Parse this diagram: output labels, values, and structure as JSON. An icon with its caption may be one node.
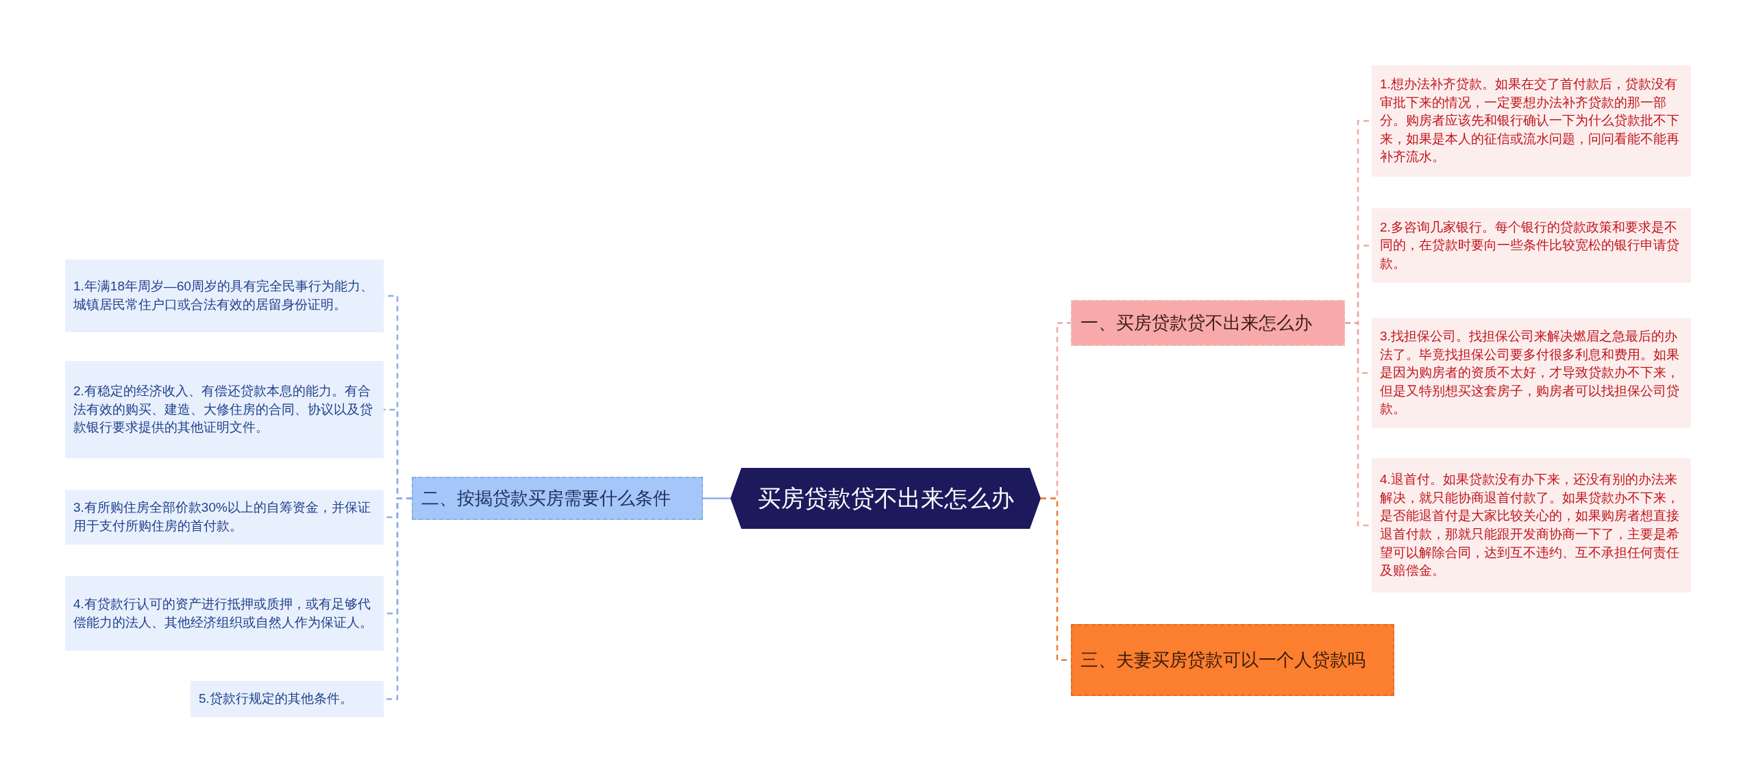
{
  "diagram": {
    "nodes": [
      {
        "text": [
          "买房贷款贷不出来怎么办"
        ]
      },
      {
        "text": [
          "二、按揭贷款买房需要什么条件"
        ]
      },
      {
        "text": [
          "1.年满18年周岁—60周岁的具有完全民事行为能力、城镇居民常住户口或合法有效的居留身份证明。"
        ]
      },
      {
        "text": [
          "2.有稳定的经济收入、有偿还贷款本息的能力。有合法有效的购买、建造、大修住房的合同、协议以及贷款银行要求提供的其他证明文件。"
        ]
      },
      {
        "text": [
          "3.有所购住房全部价款30%以上的自筹资金，并保证用于支付所购住房的首付款。"
        ]
      },
      {
        "text": [
          "4.有贷款行认可的资产进行抵押或质押，或有足够代偿能力的法人、其他经济组织或自然人作为保证人。"
        ]
      },
      {
        "text": [
          "5.贷款行规定的其他条件。"
        ]
      },
      {
        "text": [
          "一、买房贷款贷不出来怎么办"
        ]
      },
      {
        "text": [
          "1.想办法补齐贷款。如果在交了首付款后，贷款没有审批下来的情况，一定要想办法补齐贷款的那一部分。购房者应该先和银行确认一下为什么贷款批不下来，如果是本人的征信或流水问题，问问看能不能再补齐流水。"
        ]
      },
      {
        "text": [
          "2.多咨询几家银行。每个银行的贷款政策和要求是不同的，在贷款时要向一些条件比较宽松的银行申请贷款。"
        ]
      },
      {
        "text": [
          "3.找担保公司。找担保公司来解决燃眉之急最后的办法了。毕竟找担保公司要多付很多利息和费用。如果是因为购房者的资质不太好，才导致贷款办不下来，但是又特别想买这套房子，购房者可以找担保公司贷款。"
        ]
      },
      {
        "text": [
          "4.退首付。如果贷款没有办下来，还没有别的办法来解决，就只能协商退首付款了。如果贷款办不下来，是否能退首付是大家比较关心的，如果购房者想直接退首付款，那就只能跟开发商协商一下了，主要是希望可以解除合同，达到互不违约、互不承担任何责任及赔偿金。"
        ]
      },
      {
        "text": [
          "三、夫妻买房贷款可以一个人贷款吗"
        ]
      }
    ],
    "edges": [
      {
        "from": 0,
        "to": 1,
        "arrow": "none",
        "color": "#8aaee8"
      },
      {
        "from": 1,
        "to": 2,
        "arrow": "none",
        "style": "dashed",
        "color": "#8aaee8"
      },
      {
        "from": 1,
        "to": 3,
        "arrow": "none",
        "style": "dashed",
        "color": "#8aaee8"
      },
      {
        "from": 1,
        "to": 4,
        "arrow": "none",
        "style": "dashed",
        "color": "#8aaee8"
      },
      {
        "from": 1,
        "to": 5,
        "arrow": "none",
        "style": "dashed",
        "color": "#8aaee8"
      },
      {
        "from": 1,
        "to": 6,
        "arrow": "none",
        "style": "dashed",
        "color": "#8aaee8"
      },
      {
        "from": 0,
        "to": 7,
        "arrow": "none",
        "style": "dashed",
        "color": "#f4a7a7"
      },
      {
        "from": 7,
        "to": 8,
        "arrow": "none",
        "style": "dashed",
        "color": "#f4a7a7"
      },
      {
        "from": 7,
        "to": 9,
        "arrow": "none",
        "style": "dashed",
        "color": "#f4a7a7"
      },
      {
        "from": 7,
        "to": 10,
        "arrow": "none",
        "style": "dashed",
        "color": "#f4a7a7"
      },
      {
        "from": 7,
        "to": 11,
        "arrow": "none",
        "style": "dashed",
        "color": "#f4a7a7"
      },
      {
        "from": 0,
        "to": 12,
        "arrow": "none",
        "style": "dashed",
        "color": "#f07a2d"
      }
    ]
  }
}
